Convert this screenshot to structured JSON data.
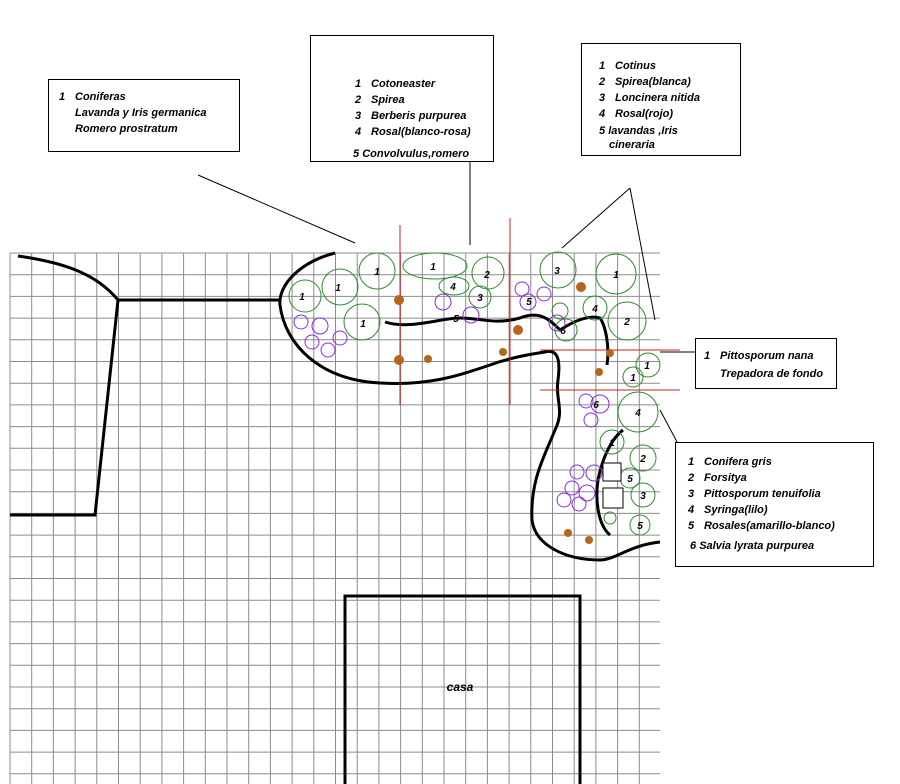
{
  "legends": [
    {
      "name": "legend-coniferas",
      "items": [
        {
          "num": "1",
          "label": "Coniferas"
        },
        {
          "num": "",
          "label": "Lavanda y Iris germanica"
        },
        {
          "num": "",
          "label": "Romero prostratum"
        }
      ]
    },
    {
      "name": "legend-cotoneaster",
      "items": [
        {
          "num": "1",
          "label": "Cotoneaster"
        },
        {
          "num": "2",
          "label": "Spirea"
        },
        {
          "num": "3",
          "label": "Berberis purpurea"
        },
        {
          "num": "4",
          "label": "Rosal(blanco-rosa)"
        },
        {
          "num": "5",
          "label": "Convolvulus,romero"
        }
      ]
    },
    {
      "name": "legend-cotinus",
      "items": [
        {
          "num": "1",
          "label": "Cotinus"
        },
        {
          "num": "2",
          "label": "Spirea(blanca)"
        },
        {
          "num": "3",
          "label": "Loncinera nitida"
        },
        {
          "num": "4",
          "label": "Rosal(rojo)"
        },
        {
          "num": "5",
          "label": "lavandas ,Iris"
        },
        {
          "num": "",
          "label": "cineraria"
        }
      ]
    },
    {
      "name": "legend-pittosporum",
      "items": [
        {
          "num": "1",
          "label": "Pittosporum nana"
        },
        {
          "num": "",
          "label": "Trepadora de fondo"
        }
      ]
    },
    {
      "name": "legend-conifera-gris",
      "items": [
        {
          "num": "1",
          "label": "Conifera gris"
        },
        {
          "num": "2",
          "label": "Forsitya"
        },
        {
          "num": "3",
          "label": "Pittosporum tenuifolia"
        },
        {
          "num": "4",
          "label": "Syringa(lilo)"
        },
        {
          "num": "5",
          "label": "Rosales(amarillo-blanco)"
        },
        {
          "num": "6",
          "label": "Salvia lyrata purpurea"
        }
      ]
    }
  ],
  "house": {
    "label": "casa"
  },
  "colors": {
    "grid": "#8c8c8c",
    "outline": "#000000",
    "shrub": "#2e8b2e",
    "flower": "#8a2be2",
    "accent_dot": "#b5651d",
    "guide_line": "#cc2222"
  },
  "plant_labels": [
    "1",
    "1",
    "1",
    "1",
    "2",
    "3",
    "4",
    "5",
    "1",
    "2",
    "3",
    "4",
    "5",
    "1",
    "1",
    "6",
    "4",
    "1",
    "2",
    "3",
    "5",
    "5"
  ]
}
